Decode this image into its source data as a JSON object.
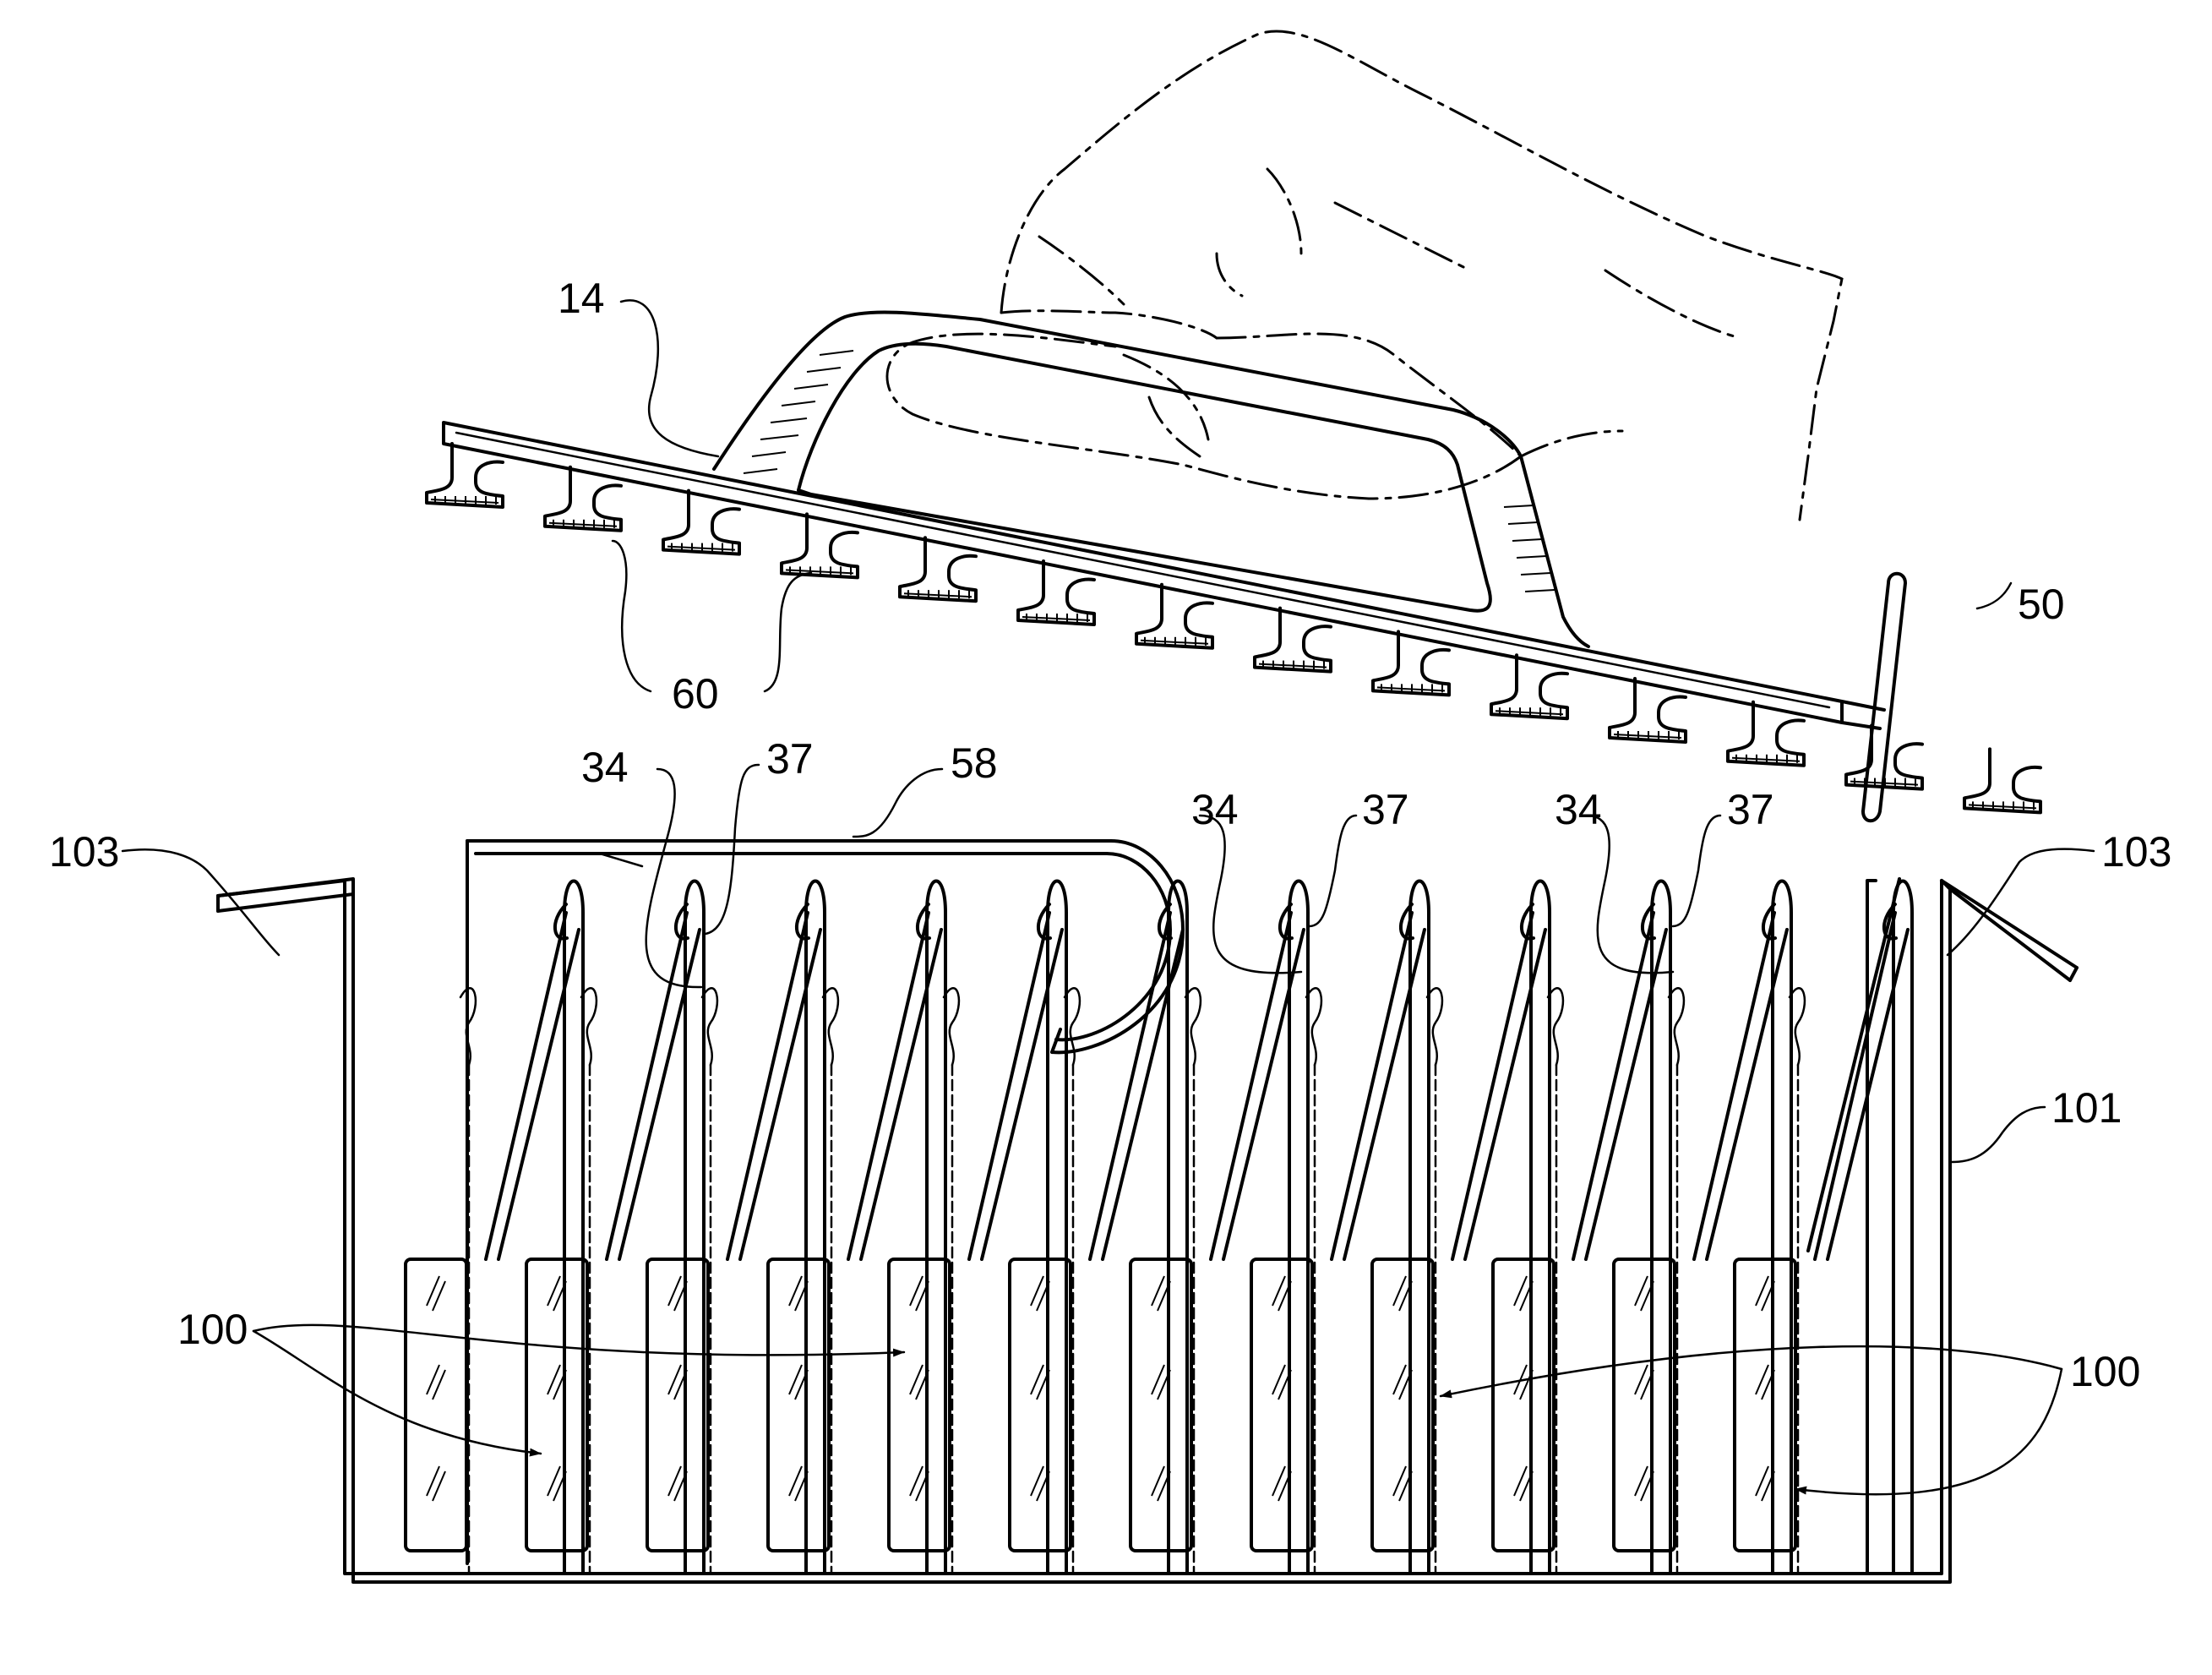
{
  "labels": {
    "handle_ref": "14",
    "hook_ref": "60",
    "end_post_ref": "50",
    "slot_ref_a": "34",
    "slot_ref_b": "37",
    "bar_ref": "58",
    "flange_ref": "103",
    "tray_ref": "101",
    "slide_ref": "100"
  }
}
